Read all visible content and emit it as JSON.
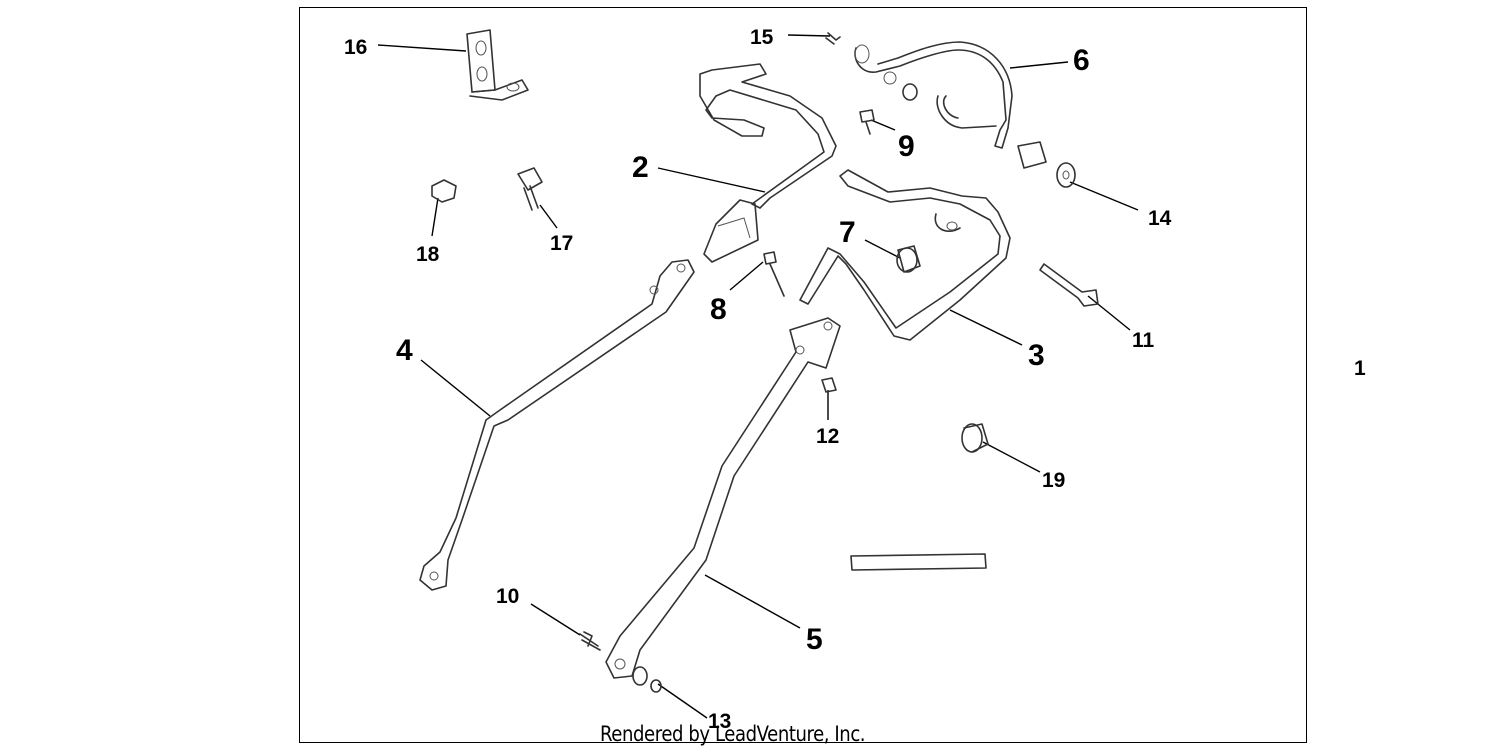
{
  "callouts": [
    {
      "id": "c1",
      "text": "1"
    },
    {
      "id": "c2",
      "text": "2"
    },
    {
      "id": "c3",
      "text": "3"
    },
    {
      "id": "c4",
      "text": "4"
    },
    {
      "id": "c5",
      "text": "5"
    },
    {
      "id": "c6",
      "text": "6"
    },
    {
      "id": "c7",
      "text": "7"
    },
    {
      "id": "c8",
      "text": "8"
    },
    {
      "id": "c9",
      "text": "9"
    },
    {
      "id": "c10",
      "text": "10"
    },
    {
      "id": "c11",
      "text": "11"
    },
    {
      "id": "c12",
      "text": "12"
    },
    {
      "id": "c13",
      "text": "13"
    },
    {
      "id": "c14",
      "text": "14"
    },
    {
      "id": "c15",
      "text": "15"
    },
    {
      "id": "c16",
      "text": "16"
    },
    {
      "id": "c17",
      "text": "17"
    },
    {
      "id": "c18",
      "text": "18"
    },
    {
      "id": "c19",
      "text": "19"
    }
  ],
  "watermark": "Rendered by LeadVenture, Inc."
}
